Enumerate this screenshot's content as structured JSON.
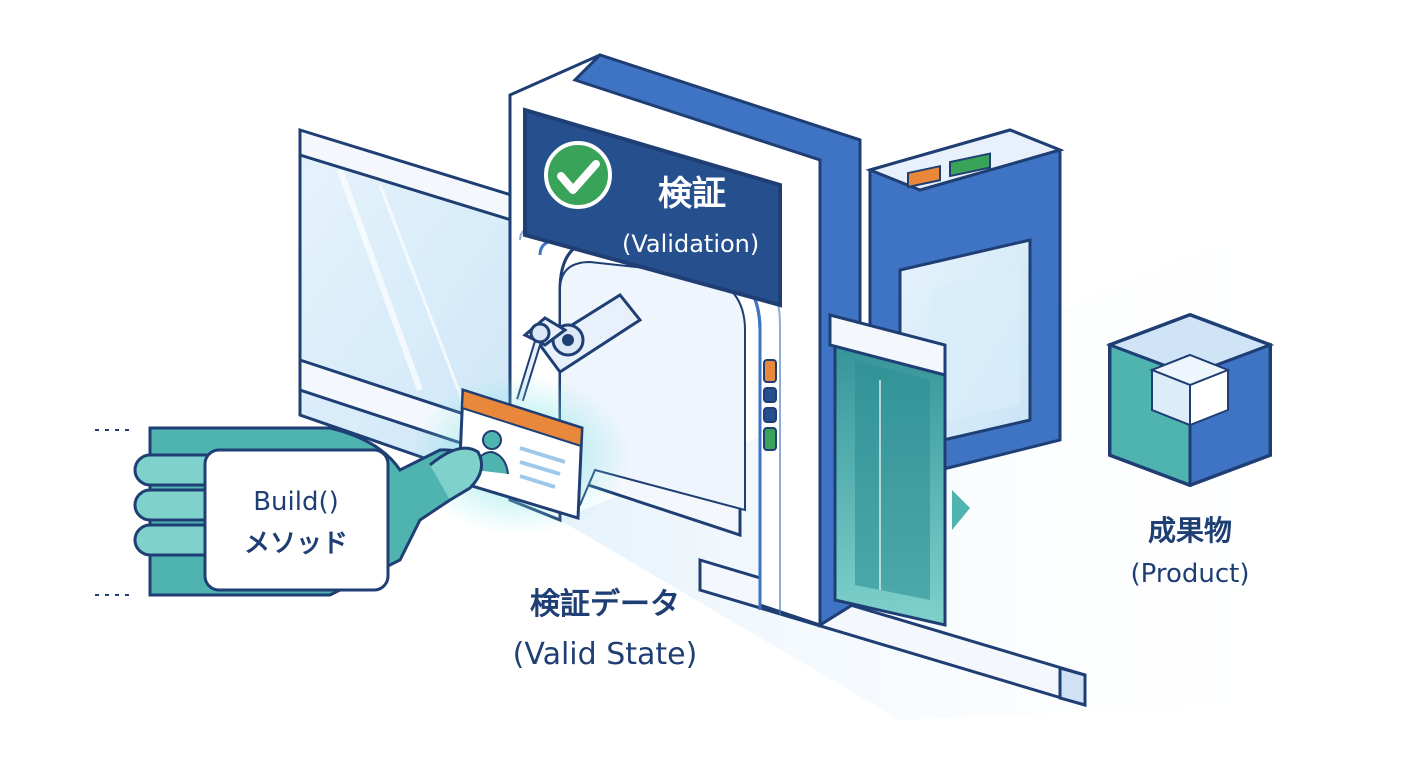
{
  "gate": {
    "title_jp": "検証",
    "title_en": "(Validation)"
  },
  "builder": {
    "line1": "Build()",
    "line2": "メソッド"
  },
  "valid_data": {
    "line1": "検証データ",
    "line2": "(Valid State)"
  },
  "product": {
    "line1": "成果物",
    "line2": "(Product)"
  },
  "colors": {
    "outline": "#1f3f74",
    "gate_blue": "#3f74c4",
    "sign_panel": "#264f8e",
    "check_green": "#3aa35a",
    "teal": "#4fb3b0",
    "orange": "#e9873a",
    "glass": "#dbeefa"
  },
  "icons": {
    "check": "check-circle-icon",
    "hand": "hand-icon",
    "id_card": "id-card-icon",
    "cube": "cube-icon",
    "robot_arm": "robot-arm-icon"
  }
}
